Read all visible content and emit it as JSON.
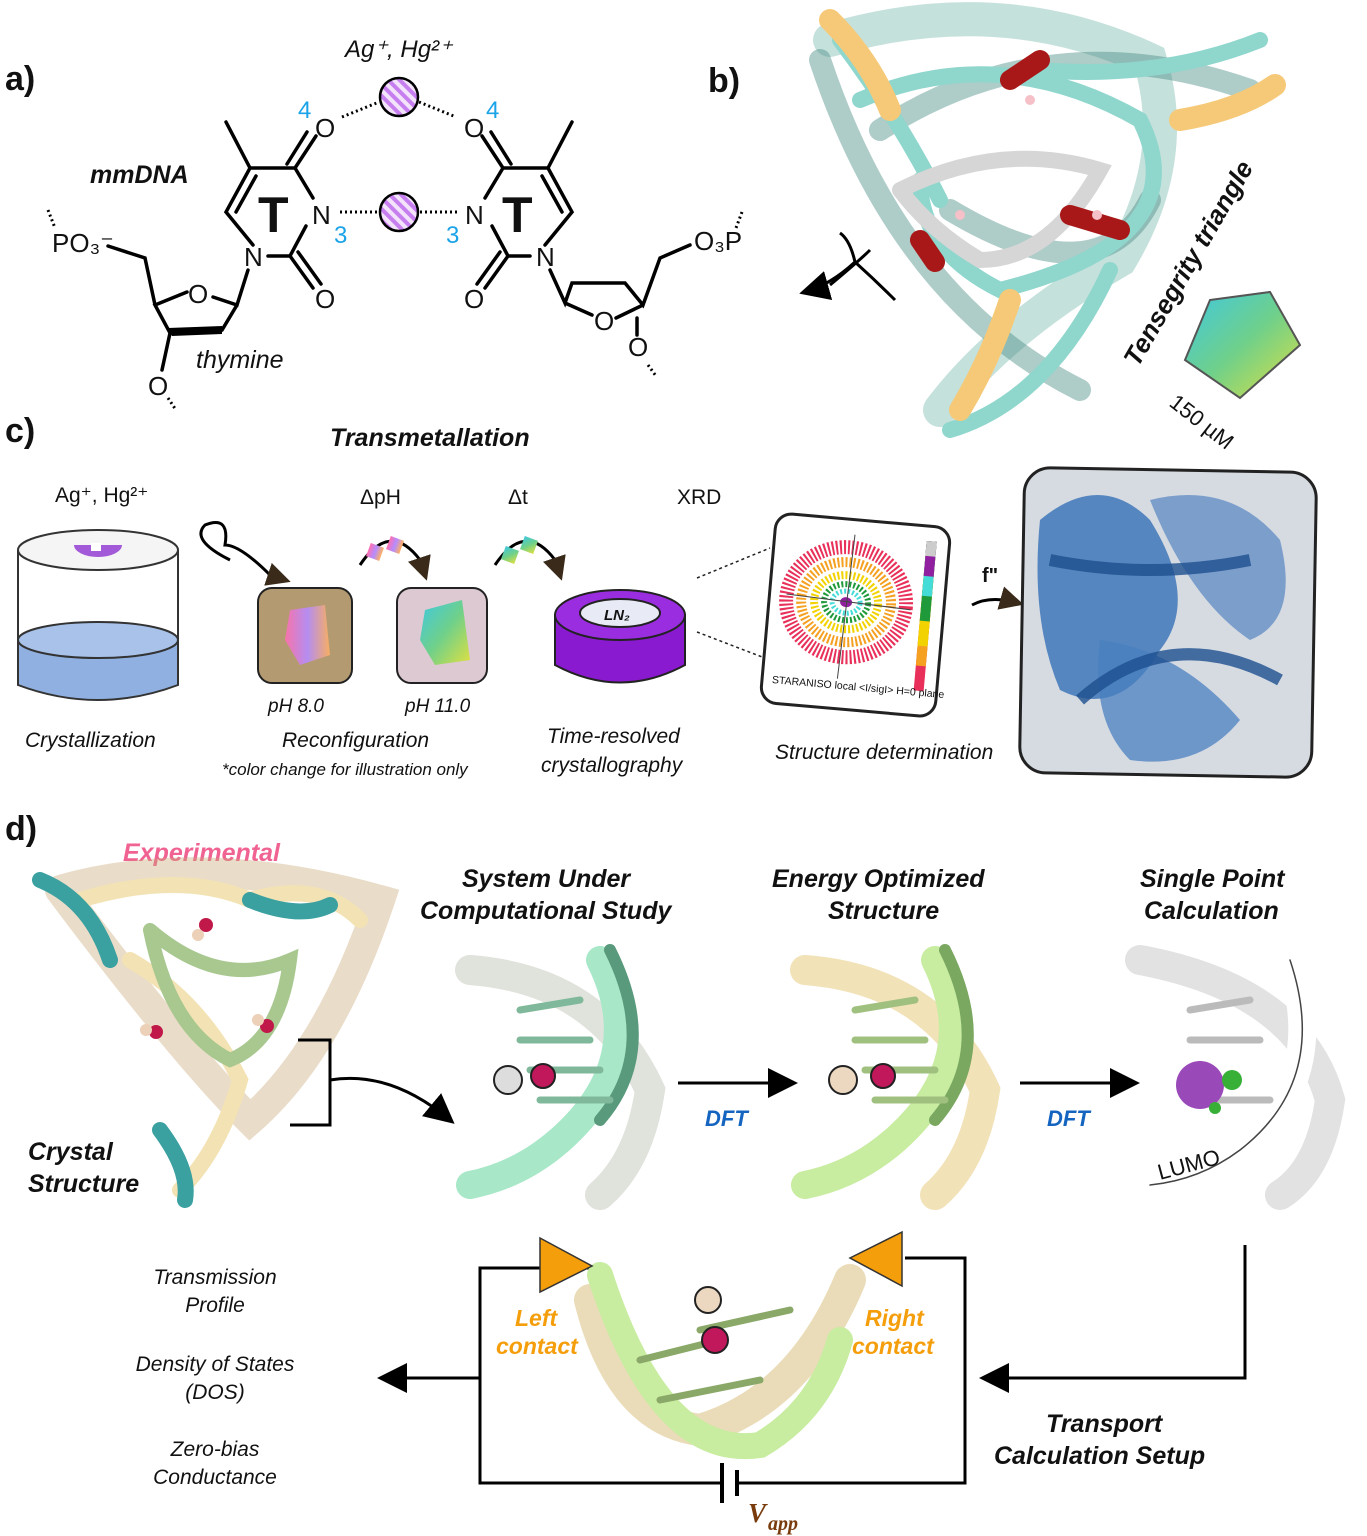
{
  "panel_a": {
    "label": "a)",
    "metals": "Ag⁺, Hg²⁺",
    "title": "mmDNA",
    "base_letter": "T",
    "pos4": "4",
    "pos3": "3",
    "atom_O": "O",
    "atom_N": "N",
    "phosphate_left": "PO₃⁻",
    "phosphate_right": "O₃P",
    "sugar_label": "thymine"
  },
  "panel_b": {
    "label": "b)",
    "structure_name": "Tensegrity triangle",
    "concentration": "150 µM"
  },
  "panel_c": {
    "label": "c)",
    "title": "Transmetallation",
    "metals": "Ag⁺, Hg²⁺",
    "delta_ph": "ΔpH",
    "delta_t": "Δt",
    "xrd": "XRD",
    "ph1": "pH 8.0",
    "ph2": "pH 11.0",
    "ln2": "LN₂",
    "f_double_prime": "f\"",
    "plot_caption": "STARANISO local <I/sigI> H=0 plane",
    "steps": {
      "crystallization": "Crystallization",
      "reconfiguration": "Reconfiguration",
      "note": "*color change for illustration only",
      "time_resolved_1": "Time-resolved",
      "time_resolved_2": "crystallography",
      "structure_determination": "Structure determination"
    }
  },
  "panel_d": {
    "label": "d)",
    "experimental": "Experimental",
    "crystal_1": "Crystal",
    "crystal_2": "Structure",
    "system_1": "System Under",
    "system_2": "Computational Study",
    "energy_1": "Energy Optimized",
    "energy_2": "Structure",
    "single_1": "Single Point",
    "single_2": "Calculation",
    "dft": "DFT",
    "lumo": "LUMO",
    "left_contact_1": "Left",
    "left_contact_2": "contact",
    "right_contact_1": "Right",
    "right_contact_2": "contact",
    "v": "V",
    "v_sub": "app",
    "transport_1": "Transport",
    "transport_2": "Calculation Setup",
    "outputs": [
      "Transmission",
      "Profile",
      "Density of States",
      "(DOS)",
      "Zero-bias",
      "Conductance"
    ]
  },
  "colors": {
    "accent_blue": "#1aa3e8",
    "dft_blue": "#1565c0",
    "experimental_pink": "#f06292",
    "contact_orange": "#f59e0b",
    "vapp_brown": "#7a3b0c"
  }
}
